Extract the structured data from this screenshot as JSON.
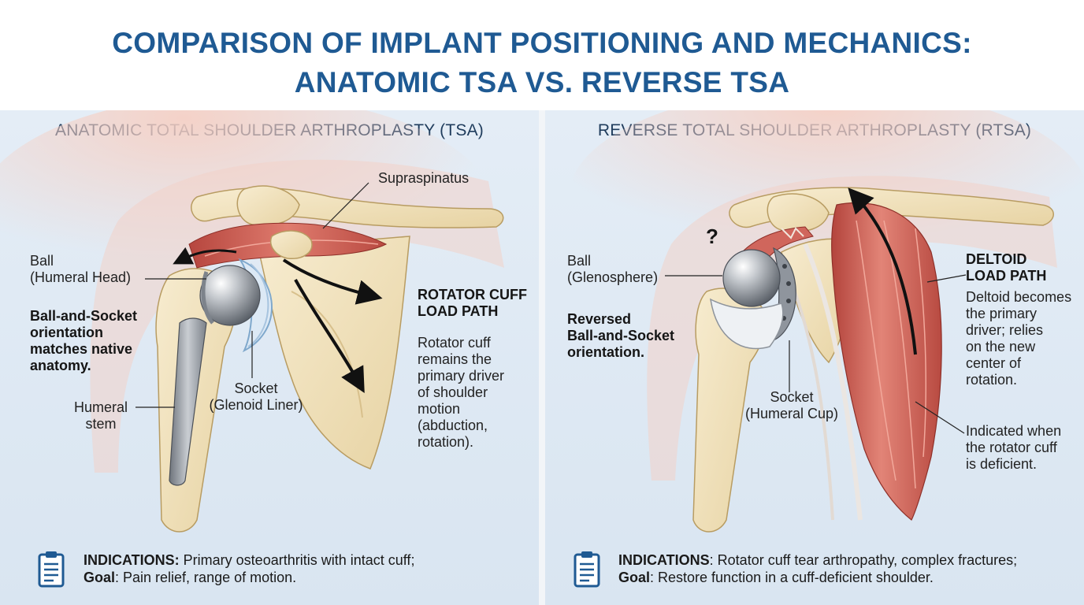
{
  "title": {
    "line1": "COMPARISON OF IMPLANT POSITIONING AND MECHANICS:",
    "line2": "ANATOMIC TSA VS. REVERSE TSA"
  },
  "left": {
    "heading": "ANATOMIC TOTAL SHOULDER ARTHROPLASTY (TSA)",
    "supraspinatus": "Supraspinatus",
    "ball": "Ball",
    "ball_sub": "(Humeral Head)",
    "orientation": [
      "Ball-and-Socket",
      "orientation",
      "matches native",
      "anatomy."
    ],
    "humeral_stem": [
      "Humeral",
      "stem"
    ],
    "socket": "Socket",
    "socket_sub": "(Glenoid Liner)",
    "load_path": [
      "ROTATOR CUFF",
      "LOAD PATH"
    ],
    "description": [
      "Rotator cuff",
      "remains the",
      "primary driver",
      "of shoulder",
      "motion",
      "(abduction,",
      "rotation)."
    ],
    "indications_label": "INDICATIONS:",
    "indications_text": " Primary osteoarthritis with intact cuff;",
    "goal_label": "Goal",
    "goal_text": ": Pain relief, range of motion."
  },
  "right": {
    "heading": "REVERSE TOTAL SHOULDER ARTHROPLASTY (RTSA)",
    "question": "?",
    "ball": "Ball",
    "ball_sub": "(Glenosphere)",
    "orientation": [
      "Reversed",
      "Ball-and-Socket",
      "orientation."
    ],
    "socket": "Socket",
    "socket_sub": "(Humeral Cup)",
    "load_path": [
      "DELTOID",
      "LOAD PATH"
    ],
    "description": [
      "Deltoid becomes",
      "the primary",
      "driver; relies",
      "on the new",
      "center of",
      "rotation."
    ],
    "indicated": [
      "Indicated when",
      "the rotator cuff",
      "is deficient."
    ],
    "indications_label": "INDICATIONS",
    "indications_text": ": Rotator cuff tear arthropathy, complex fractures;",
    "goal_label": "Goal",
    "goal_text": ": Restore function in a cuff-deficient shoulder."
  },
  "colors": {
    "title_blue": "#1f5a93",
    "heading_navy": "#1f3c5c",
    "bone": "#f1e3bf",
    "muscle": "#c9574d",
    "implant_steel": "#9aa0a8"
  }
}
